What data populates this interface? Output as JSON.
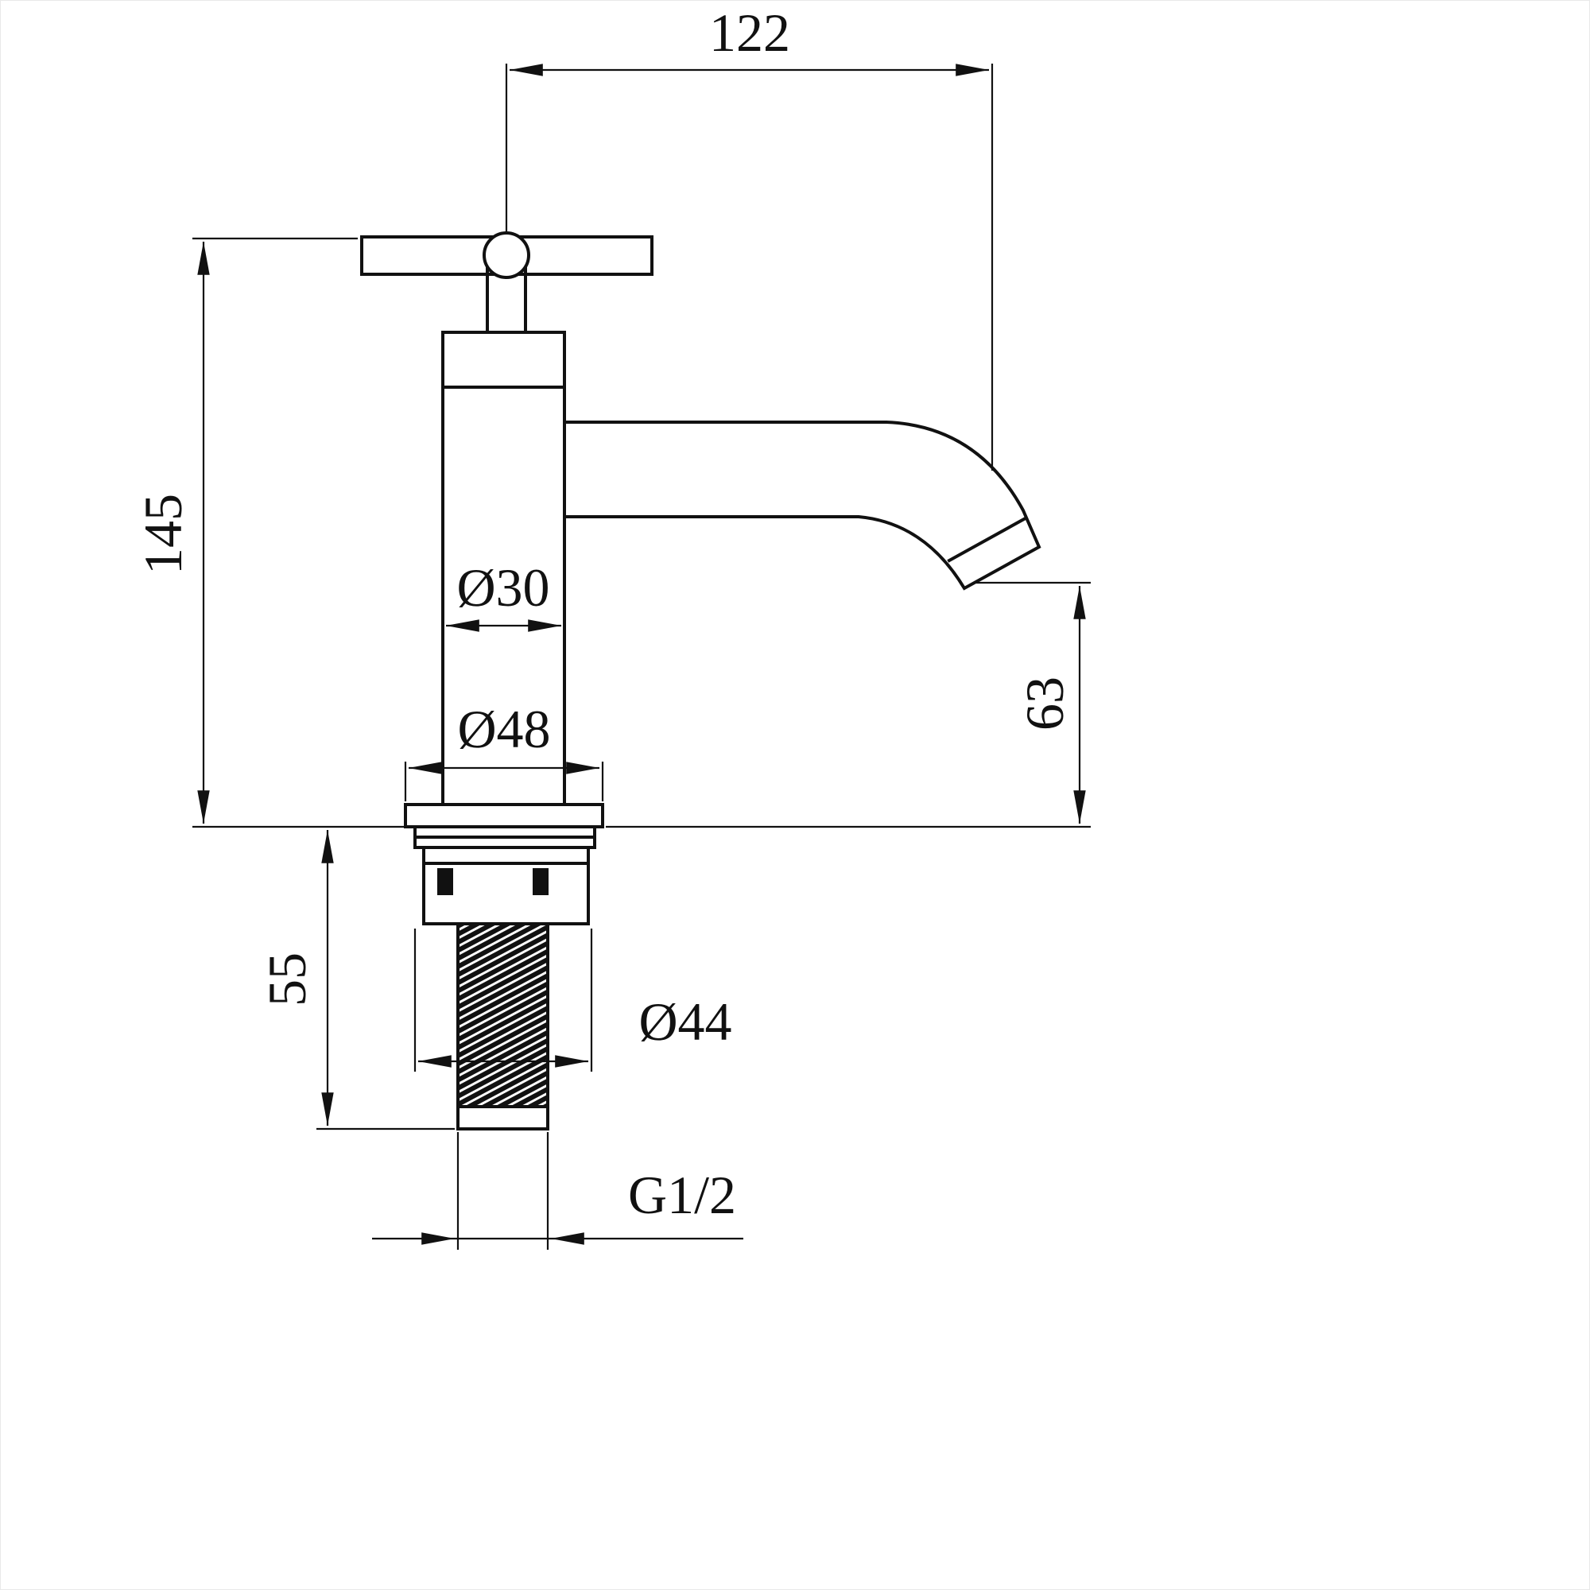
{
  "drawing": {
    "colors": {
      "line": "#111111",
      "background": "#ffffff"
    },
    "dimensions": {
      "top_width": "122",
      "overall_height": "145",
      "body_diameter": "Ø30",
      "base_diameter": "Ø48",
      "spout_outlet_height": "63",
      "shank_length": "55",
      "nut_diameter": "Ø44",
      "thread_size": "G1/2"
    }
  }
}
